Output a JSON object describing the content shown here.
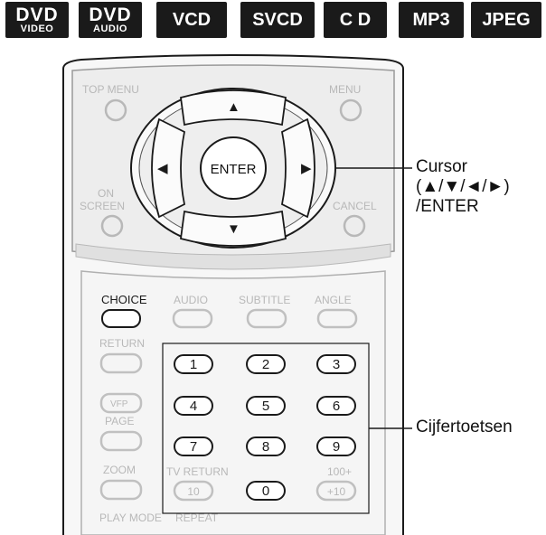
{
  "badges": [
    {
      "top": "DVD",
      "sub": "VIDEO"
    },
    {
      "top": "DVD",
      "sub": "AUDIO"
    },
    {
      "top": "VCD"
    },
    {
      "top": "SVCD"
    },
    {
      "top": "C D"
    },
    {
      "top": "MP3"
    },
    {
      "top": "JPEG"
    }
  ],
  "remote": {
    "top_menu": "TOP MENU",
    "menu": "MENU",
    "on_screen_1": "ON",
    "on_screen_2": "SCREEN",
    "cancel": "CANCEL",
    "enter": "ENTER",
    "arrow_up": "▲",
    "arrow_down": "▼",
    "arrow_left": "◀",
    "arrow_right": "▶",
    "choice": "CHOICE",
    "audio": "AUDIO",
    "subtitle": "SUBTITLE",
    "angle": "ANGLE",
    "return": "RETURN",
    "vfp": "VFP",
    "page": "PAGE",
    "zoom": "ZOOM",
    "tv_return": "TV RETURN",
    "hundred_plus": "100+",
    "ten": "10",
    "plus_ten": "+10",
    "play_mode": "PLAY MODE",
    "repeat": "REPEAT",
    "digits": [
      "1",
      "2",
      "3",
      "4",
      "5",
      "6",
      "7",
      "8",
      "9",
      "0"
    ]
  },
  "callouts": {
    "cursor_line1": "Cursor",
    "cursor_line2": "(▲/▼/◄/►)",
    "cursor_line3": "/ENTER",
    "number_keys": "Cijfertoetsen"
  }
}
